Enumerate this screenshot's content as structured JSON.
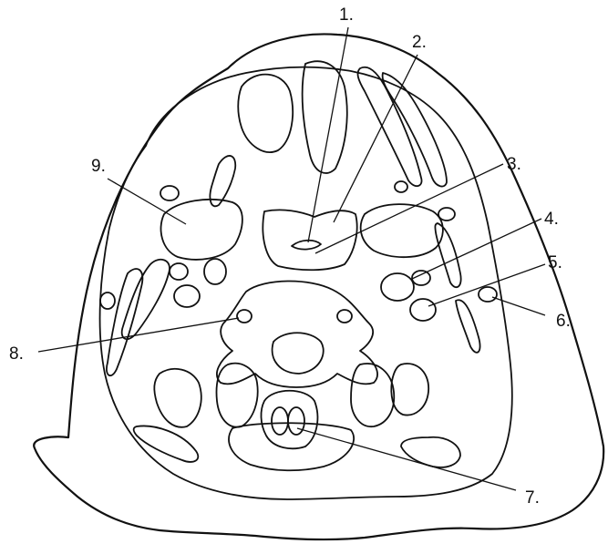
{
  "diagram": {
    "labels": [
      "1.",
      "2.",
      "3.",
      "4.",
      "5.",
      "6.",
      "7.",
      "8.",
      "9."
    ]
  }
}
